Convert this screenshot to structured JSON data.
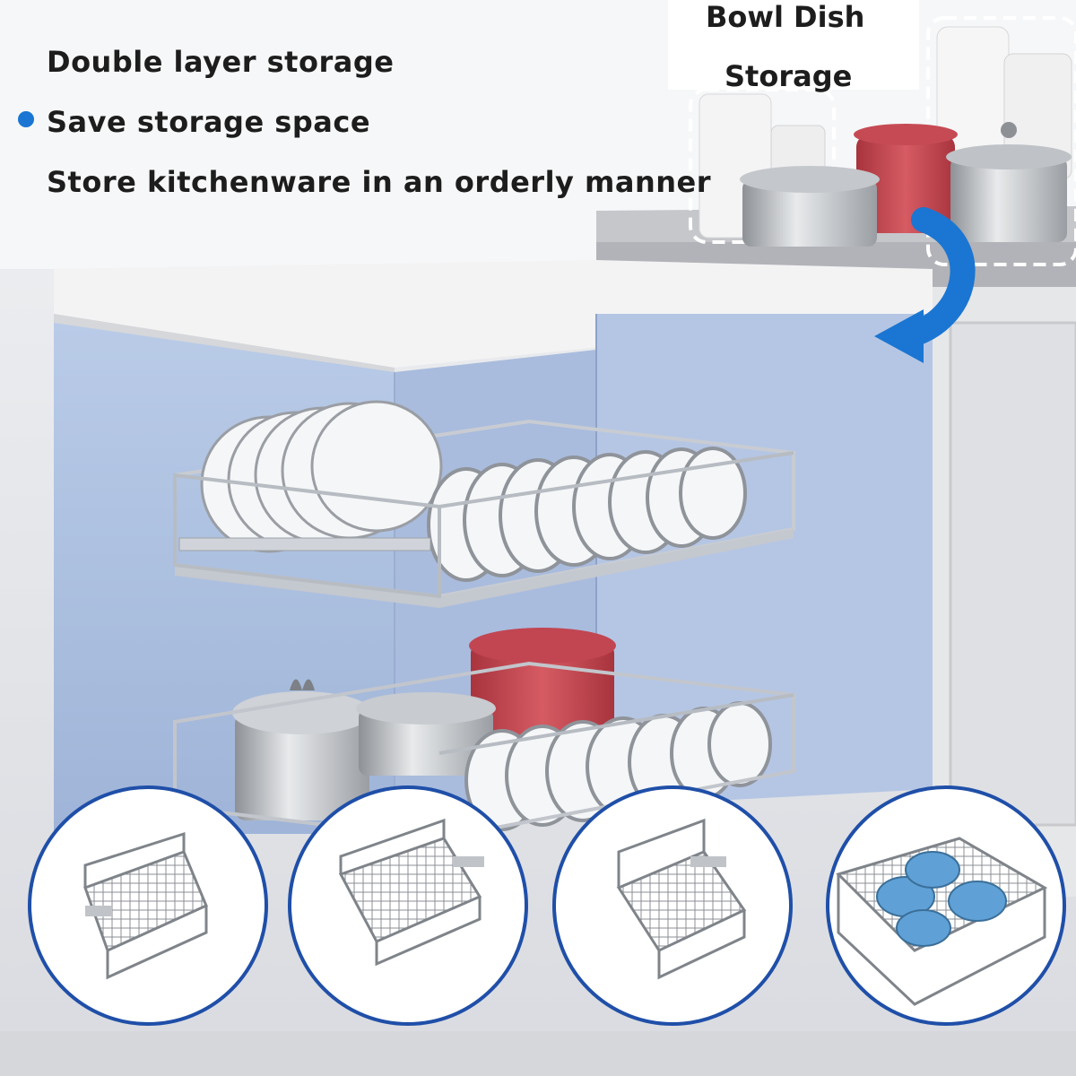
{
  "features": [
    "Double layer storage",
    "Save storage space",
    "Store kitchenware in an orderly manner"
  ],
  "caption": {
    "line1": "Bowl Dish",
    "line2": "Storage"
  },
  "thumbnails": [
    "empty-basket-1",
    "empty-basket-2",
    "empty-basket-3",
    "basket-with-pots"
  ],
  "colors": {
    "accent_blue": "#1a76d2",
    "cabinet_blue": "#b7c9e6",
    "pot_red": "#c94b55",
    "circle_border": "#1f4fa8"
  }
}
